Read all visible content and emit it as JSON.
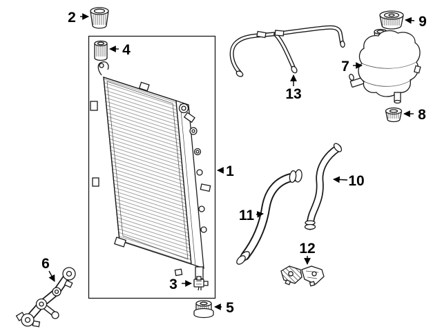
{
  "page": {
    "background": "#ffffff",
    "ink": "#1a1a1a"
  },
  "callouts": [
    {
      "label": "1"
    },
    {
      "label": "2"
    },
    {
      "label": "3"
    },
    {
      "label": "4"
    },
    {
      "label": "5"
    },
    {
      "label": "6"
    },
    {
      "label": "7"
    },
    {
      "label": "8"
    },
    {
      "label": "9"
    },
    {
      "label": "10"
    },
    {
      "label": "11"
    },
    {
      "label": "12"
    },
    {
      "label": "13"
    }
  ]
}
